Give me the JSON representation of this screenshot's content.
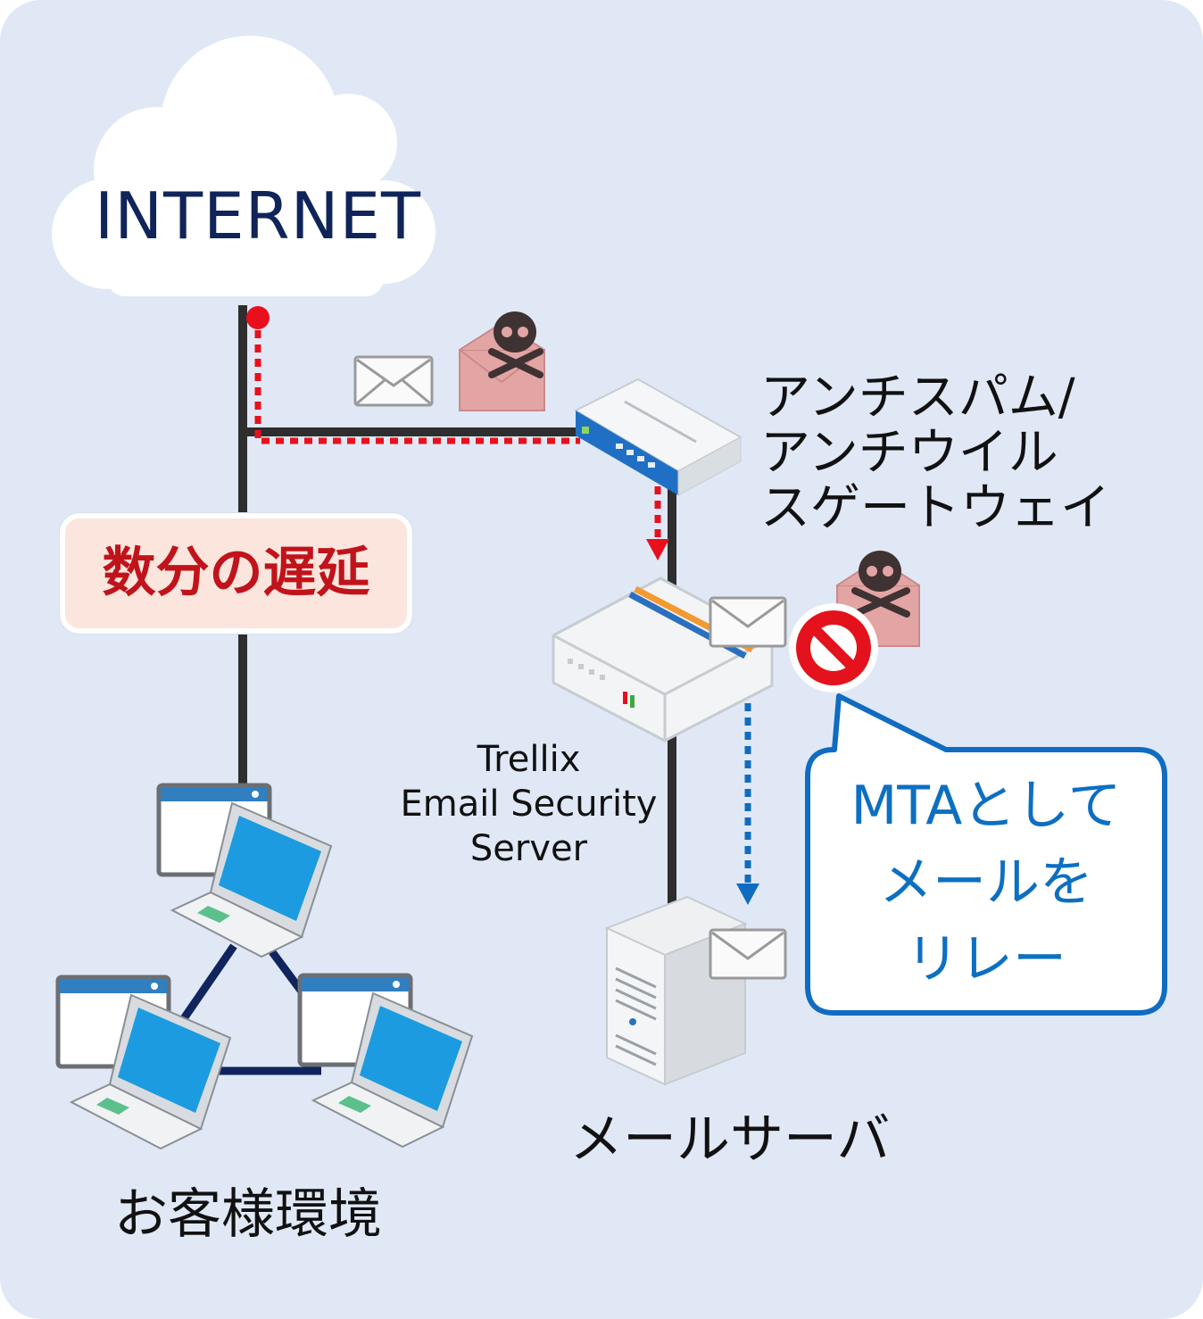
{
  "internet": {
    "label": "INTERNET"
  },
  "delay": {
    "label": "数分の遅延"
  },
  "gateway": {
    "lines": [
      "アンチスパム/",
      "アンチウイル",
      "スゲートウェイ"
    ]
  },
  "trellix": {
    "lines": [
      "Trellix",
      "Email Security",
      "Server"
    ]
  },
  "mail_server": {
    "label": "メールサーバ"
  },
  "customer": {
    "label": "お客様環境"
  },
  "mta_callout": {
    "lines": [
      "MTAとして",
      "メールを",
      "リレー"
    ]
  },
  "colors": {
    "background": "#e0e8f6",
    "network_line": "#2e2e2e",
    "malicious_path": "#e8101c",
    "relay_path": "#0f6cc0",
    "callout_border": "#0f6cc0",
    "delay_text": "#c0131b",
    "delay_fill": "#fbe5dc",
    "internet_text": "#0f2459",
    "lan_link": "#10255e"
  },
  "icons": [
    "cloud-icon",
    "envelope-icon",
    "skull-envelope-icon",
    "gateway-appliance-icon",
    "trellix-appliance-icon",
    "blocked-icon",
    "mail-server-icon",
    "laptop-icon"
  ]
}
